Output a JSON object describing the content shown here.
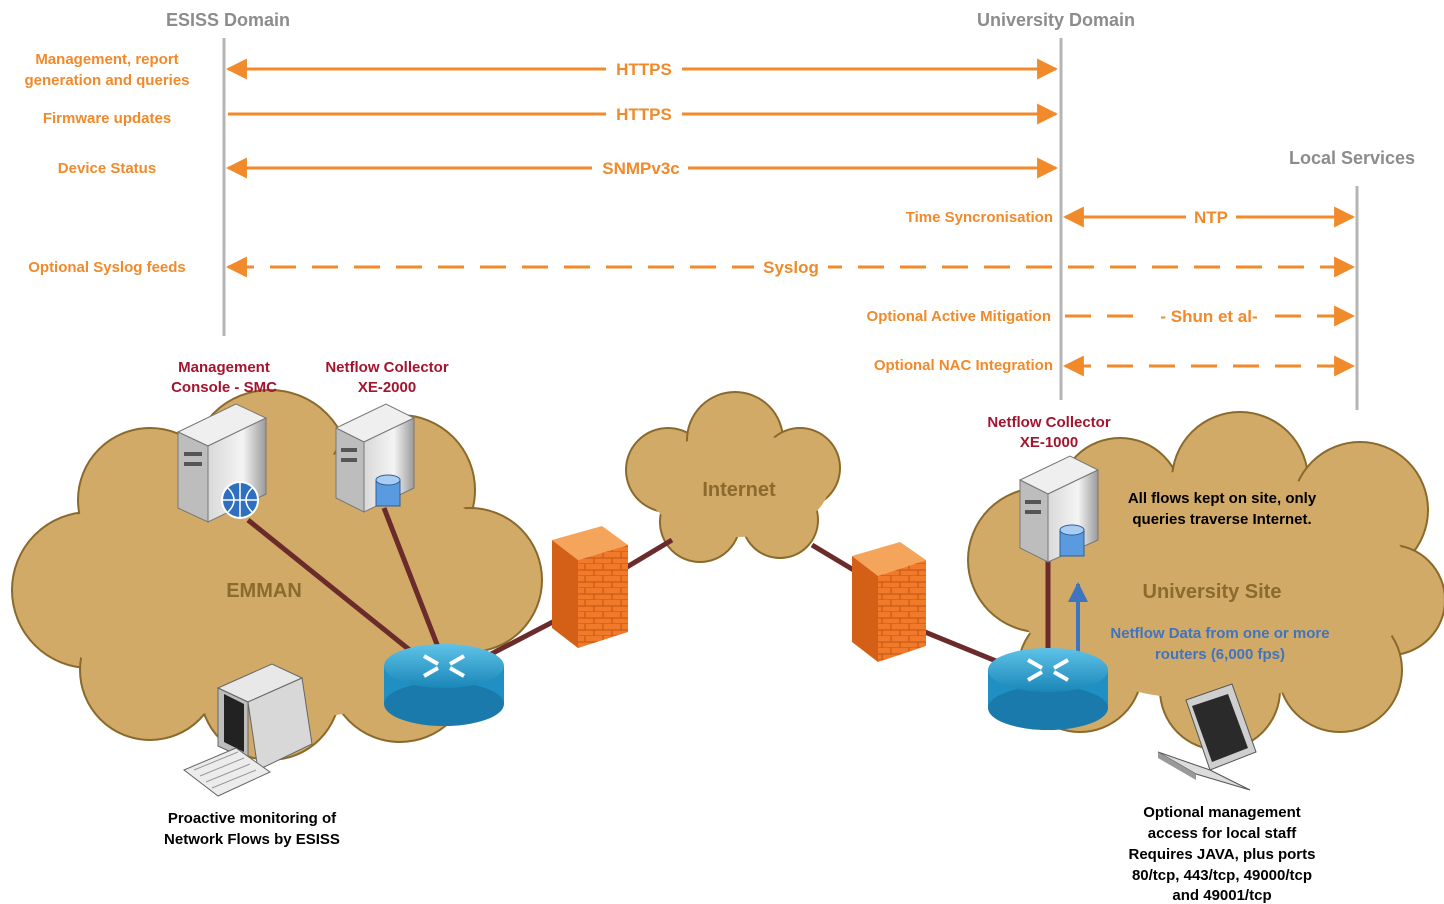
{
  "domains": {
    "esiss": "ESISS Domain",
    "university": "University Domain",
    "local": "Local Services"
  },
  "flows": {
    "management": {
      "label_line1": "Management, report",
      "label_line2": "generation and queries",
      "protocol": "HTTPS"
    },
    "firmware": {
      "label": "Firmware updates",
      "protocol": "HTTPS"
    },
    "device_status": {
      "label": "Device Status",
      "protocol": "SNMPv3c"
    },
    "time_sync": {
      "label": "Time Syncronisation",
      "protocol": "NTP"
    },
    "syslog": {
      "label": "Optional Syslog feeds",
      "protocol": "Syslog"
    },
    "mitigation": {
      "label": "Optional Active Mitigation",
      "protocol": "- Shun et al-"
    },
    "nac": {
      "label": "Optional NAC Integration"
    }
  },
  "devices": {
    "smc": {
      "line1": "Management",
      "line2": "Console - SMC"
    },
    "xe2000": {
      "line1": "Netflow Collector",
      "line2": "XE-2000"
    },
    "xe1000": {
      "line1": "Netflow Collector",
      "line2": "XE-1000"
    }
  },
  "clouds": {
    "emman": "EMMAN",
    "internet": "Internet",
    "university_site": "University Site"
  },
  "notes": {
    "flows_kept": [
      "All flows kept on site, only",
      "queries traverse Internet."
    ],
    "netflow_data": [
      "Netflow Data from one or more",
      "routers (6,000 fps)"
    ],
    "proactive": [
      "Proactive monitoring of",
      "Network Flows by ESISS"
    ],
    "optional_access": [
      "Optional management",
      "access for local staff",
      "Requires JAVA, plus ports",
      "80/tcp, 443/tcp, 49000/tcp",
      "and 49001/tcp"
    ]
  },
  "colors": {
    "arrow": "#f08a2a",
    "cloud": "#d2aa67",
    "link": "#6b2b2b",
    "device_label": "#a3142e",
    "netflow_arrow": "#3f74c0"
  }
}
